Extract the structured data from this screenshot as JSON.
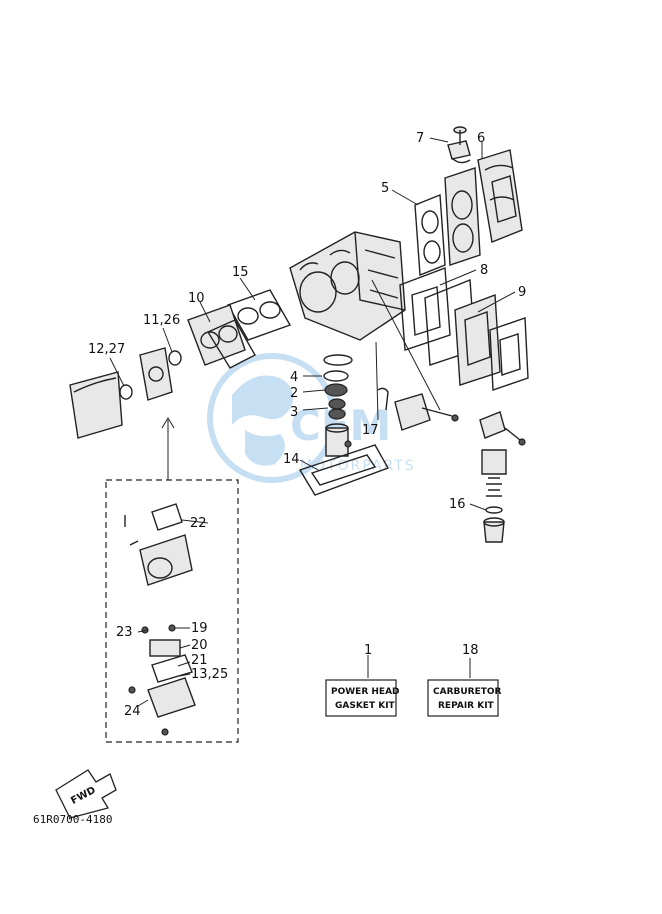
{
  "callouts": {
    "c1": "1",
    "c2": "2",
    "c3": "3",
    "c4": "4",
    "c5": "5",
    "c6": "6",
    "c7": "7",
    "c8": "8",
    "c9": "9",
    "c10": "10",
    "c11_26": "11,26",
    "c12_27": "12,27",
    "c13_25": "13,25",
    "c14": "14",
    "c15": "15",
    "c16": "16",
    "c17": "17",
    "c18": "18",
    "c19": "19",
    "c20": "20",
    "c21": "21",
    "c22": "22",
    "c23": "23",
    "c24": "24"
  },
  "kits": {
    "power_head": {
      "line1": "POWER HEAD",
      "line2": "GASKET KIT"
    },
    "carburetor": {
      "line1": "CARBURETOR",
      "line2": "REPAIR KIT"
    }
  },
  "fwd_label": "FWD",
  "doc_number": "61R0700-4180",
  "watermark": {
    "main": "CEM",
    "sub": "MOTORPARTS",
    "color": "#3b8fd6"
  }
}
